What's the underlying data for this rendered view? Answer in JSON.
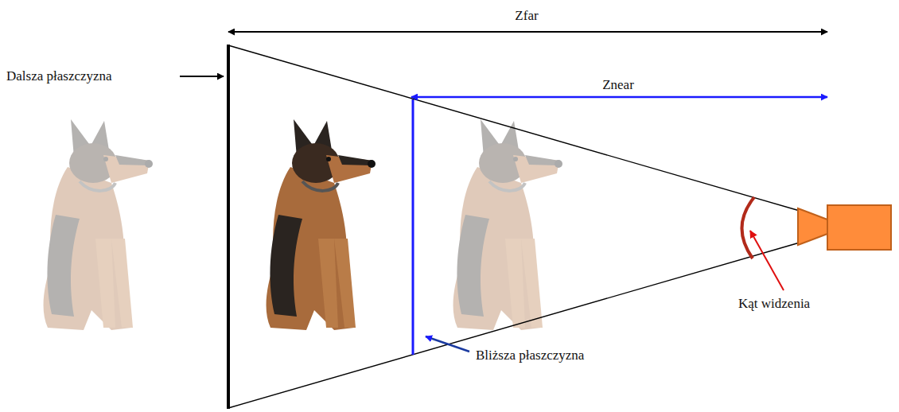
{
  "diagram": {
    "labels": [
      "Zfar",
      "Znear",
      "Dalsza płaszczyzna",
      "Bliższa płaszczyzna",
      "Kąt widzenia"
    ]
  }
}
